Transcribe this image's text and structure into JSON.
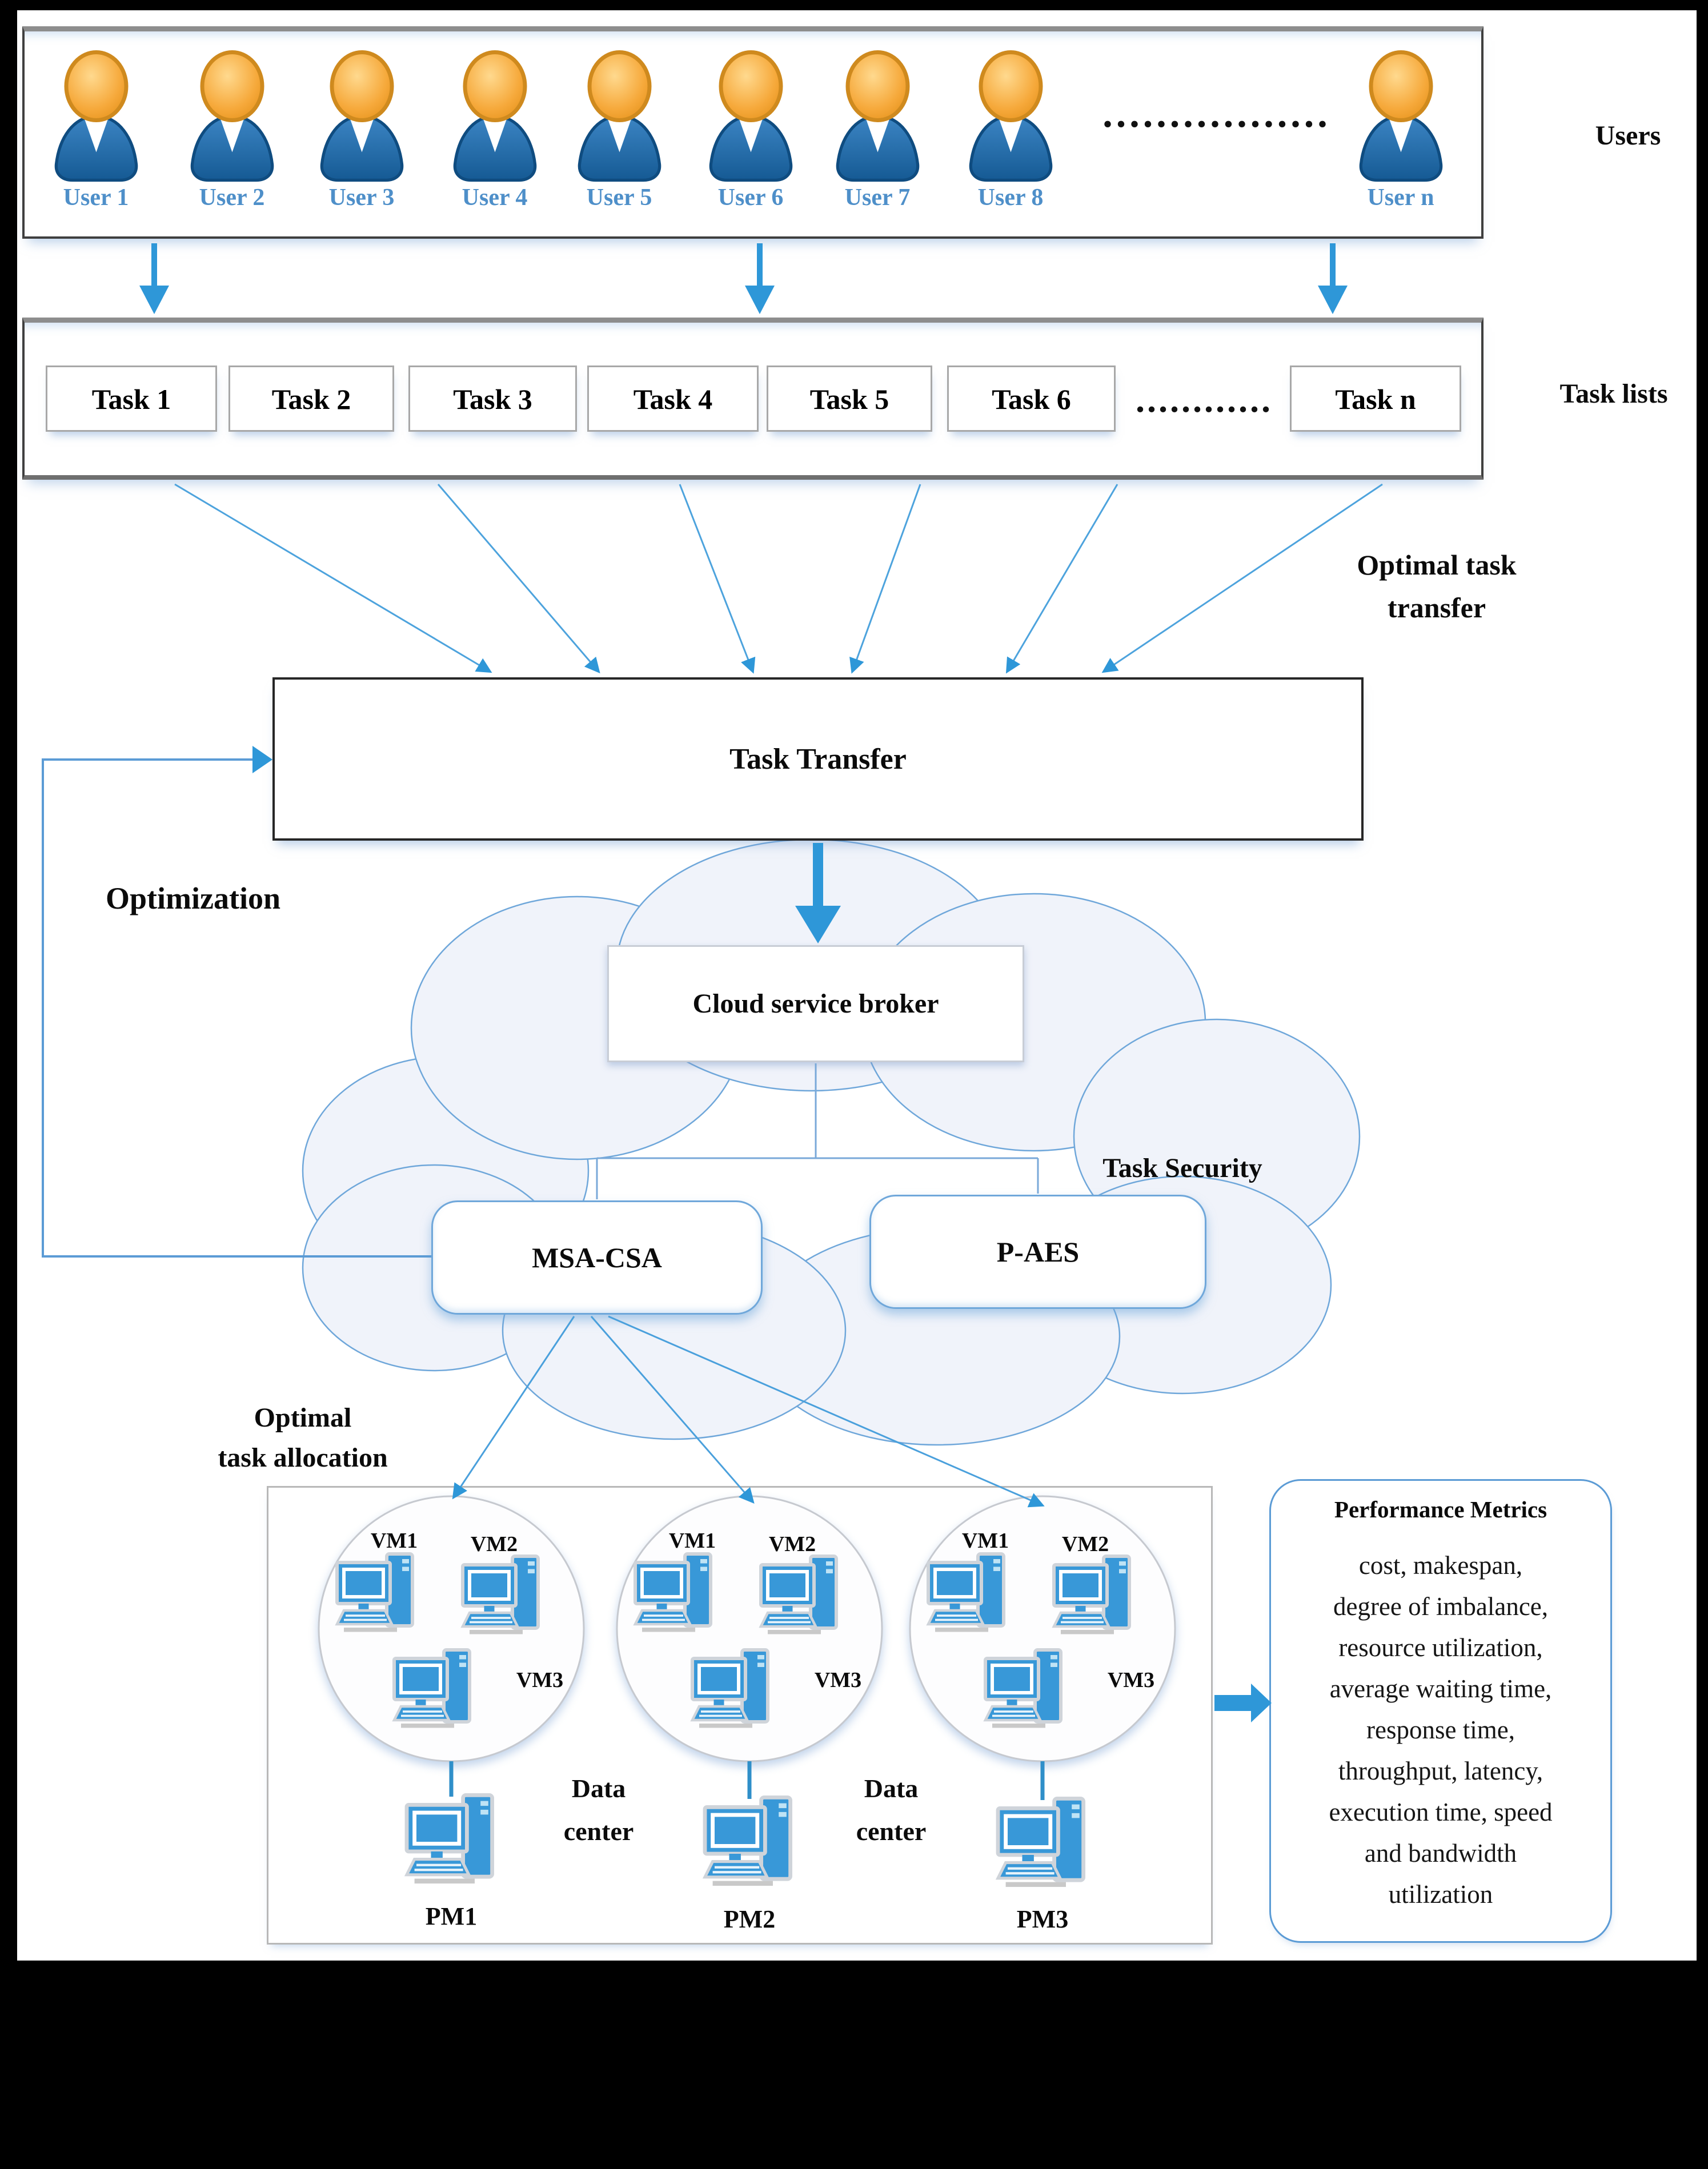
{
  "users_section": {
    "label": "Users",
    "users": [
      "User 1",
      "User 2",
      "User 3",
      "User 4",
      "User 5",
      "User 6",
      "User 7",
      "User 8"
    ],
    "user_n": "User n",
    "dots": "................."
  },
  "tasks_section": {
    "label": "Task lists",
    "tasks": [
      "Task 1",
      "Task 2",
      "Task 3",
      "Task 4",
      "Task 5",
      "Task 6"
    ],
    "task_n": "Task n",
    "dots": "............"
  },
  "transfer": {
    "box_label": "Task Transfer",
    "annotation_line1": "Optimal task",
    "annotation_line2": "transfer",
    "optimization_label": "Optimization"
  },
  "cloud": {
    "broker_label": "Cloud service broker",
    "msa_label": "MSA-CSA",
    "paes_label": "P-AES",
    "security_label": "Task Security"
  },
  "allocation": {
    "line1": "Optimal",
    "line2": "task allocation"
  },
  "datacenter_section": {
    "dc_label_line1": "Data",
    "dc_label_line2": "center",
    "groups": [
      {
        "vm1": "VM1",
        "vm2": "VM2",
        "vm3": "VM3",
        "pm": "PM1"
      },
      {
        "vm1": "VM1",
        "vm2": "VM2",
        "vm3": "VM3",
        "pm": "PM2"
      },
      {
        "vm1": "VM1",
        "vm2": "VM2",
        "vm3": "VM3",
        "pm": "PM3"
      }
    ]
  },
  "metrics": {
    "title": "Performance Metrics",
    "lines": [
      "cost, makespan,",
      "degree of imbalance,",
      "resource utilization,",
      "average waiting time,",
      "response time,",
      "throughput, latency,",
      "execution time, speed",
      "and bandwidth",
      "utilization"
    ]
  },
  "colors": {
    "arrow_blue": "#2e97d8",
    "line_blue": "#5b9bd5",
    "user_label_blue": "#4e8fc9",
    "pc_blue": "#3898d8",
    "head_orange": "#f5a833",
    "body_blue": "#1f6cab"
  }
}
